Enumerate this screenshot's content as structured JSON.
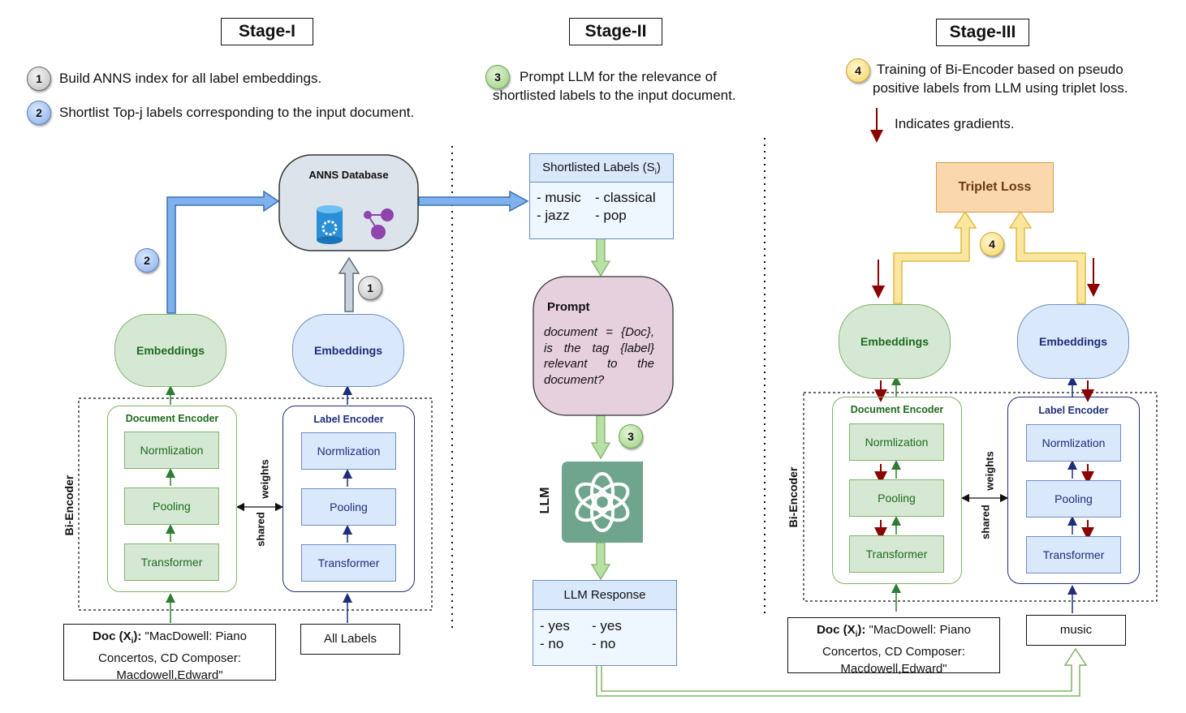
{
  "stages": {
    "s1": "Stage-I",
    "s2": "Stage-II",
    "s3": "Stage-III"
  },
  "steps": {
    "n1": "1",
    "t1": "Build ANNS index for all label embeddings.",
    "n2": "2",
    "t2": "Shortlist Top-j labels corresponding to the input document.",
    "n3": "3",
    "t3a": "Prompt LLM for the relevance of",
    "t3b": "shortlisted labels to the input document.",
    "n4": "4",
    "t4a": "Training of Bi-Encoder based on pseudo",
    "t4b": "positive labels from LLM using triplet loss.",
    "grad": "Indicates gradients."
  },
  "stage1": {
    "anns": "ANNS Database",
    "doc_emb": "Embeddings",
    "lab_emb": "Embeddings",
    "doc_enc": "Document Encoder",
    "lab_enc": "Label Encoder",
    "layers": [
      "Normlization",
      "Pooling",
      "Transformer"
    ],
    "bi": "Bi-Encoder",
    "shared": "shared",
    "weights": "weights",
    "doc_key": "Doc (X",
    "doc_sub": "i",
    "doc_key2": "):",
    "doc_l1": " \"MacDowell: Piano",
    "doc_l2": "Concertos, CD Composer:",
    "doc_l3": "Macdowell,Edward\"",
    "all_labels": "All Labels"
  },
  "stage2": {
    "shortlist_hd": "Shortlisted Labels (S",
    "shortlist_sub": "i",
    "shortlist_close": ")",
    "labels": [
      "- music",
      "- classical",
      "- jazz",
      "- pop"
    ],
    "prompt_title": "Prompt",
    "prompt_body": "document = {Doc}, is the tag {label} relevant to the document?",
    "llm": "LLM",
    "resp_hd": "LLM Response",
    "resp": [
      "- yes",
      "- yes",
      "- no",
      "- no"
    ]
  },
  "stage3": {
    "triplet": "Triplet Loss",
    "doc_emb": "Embeddings",
    "lab_emb": "Embeddings",
    "doc_enc": "Document Encoder",
    "lab_enc": "Label Encoder",
    "layers": [
      "Normlization",
      "Pooling",
      "Transformer"
    ],
    "bi": "Bi-Encoder",
    "shared": "shared",
    "weights": "weights",
    "doc_key": "Doc (X",
    "doc_sub": "i",
    "doc_key2": "):",
    "doc_l1": " \"MacDowell: Piano",
    "doc_l2": "Concertos, CD Composer:",
    "doc_l3": "Macdowell,Edward\"",
    "music": "music"
  },
  "colors": {
    "green": "#82b366",
    "blue": "#6c8ebf",
    "navy": "#1f2d7a",
    "orange": "#f8cecc",
    "gradient": "#8b0000"
  }
}
